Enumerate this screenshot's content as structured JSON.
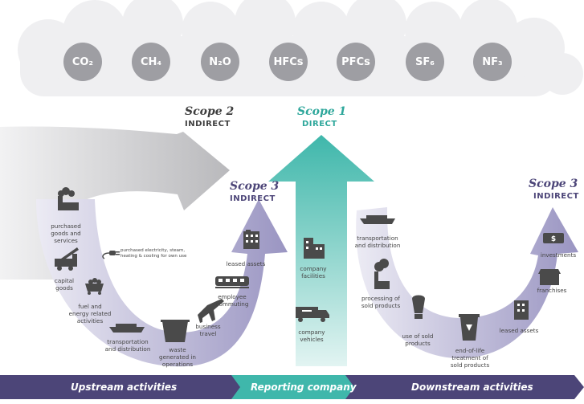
{
  "gases": [
    "CO₂",
    "CH₄",
    "N₂O",
    "HFCs",
    "PFCs",
    "SF₆",
    "NF₃"
  ],
  "scope2": {
    "title": "Scope 2",
    "sub": "INDIRECT"
  },
  "scope1": {
    "title": "Scope 1",
    "sub": "DIRECT"
  },
  "scope3_up": {
    "title": "Scope 3",
    "sub": "INDIRECT"
  },
  "scope3_down": {
    "title": "Scope 3",
    "sub": "INDIRECT"
  },
  "upstream_labels": {
    "purchased_goods": "purchased\ngoods and\nservices",
    "capital_goods": "capital\ngoods",
    "fuel_energy": "fuel and\nenergy related\nactivities",
    "transport": "transportation\nand distribution",
    "waste": "waste\ngenerated in\noperations",
    "business_travel": "business\ntravel",
    "employee_commuting": "employee\ncommuting",
    "leased_assets": "leased assets",
    "electricity": "purchased electricity, steam,\nheating & cooling for own use"
  },
  "company_labels": {
    "facilities": "company\nfacilities",
    "vehicles": "company\nvehicles"
  },
  "downstream_labels": {
    "transport": "transportation\nand distribution",
    "processing": "processing of\nsold products",
    "use": "use of sold\nproducts",
    "end_of_life": "end-of-life\ntreatment of\nsold products",
    "leased_assets": "leased assets",
    "franchises": "franchises",
    "investments": "investments"
  },
  "bands": {
    "upstream": "Upstream activities",
    "reporting": "Reporting company",
    "downstream": "Downstream activities"
  },
  "colors": {
    "cloud": "#efeff1",
    "gas": "#9e9ea3",
    "scope2": "#c9c9cc",
    "scope1": "#3fb7ab",
    "scope3": "#aaa6c9",
    "band_dark": "#4c4578",
    "band_teal": "#3fb7ab",
    "icon": "#4a4a4a"
  }
}
